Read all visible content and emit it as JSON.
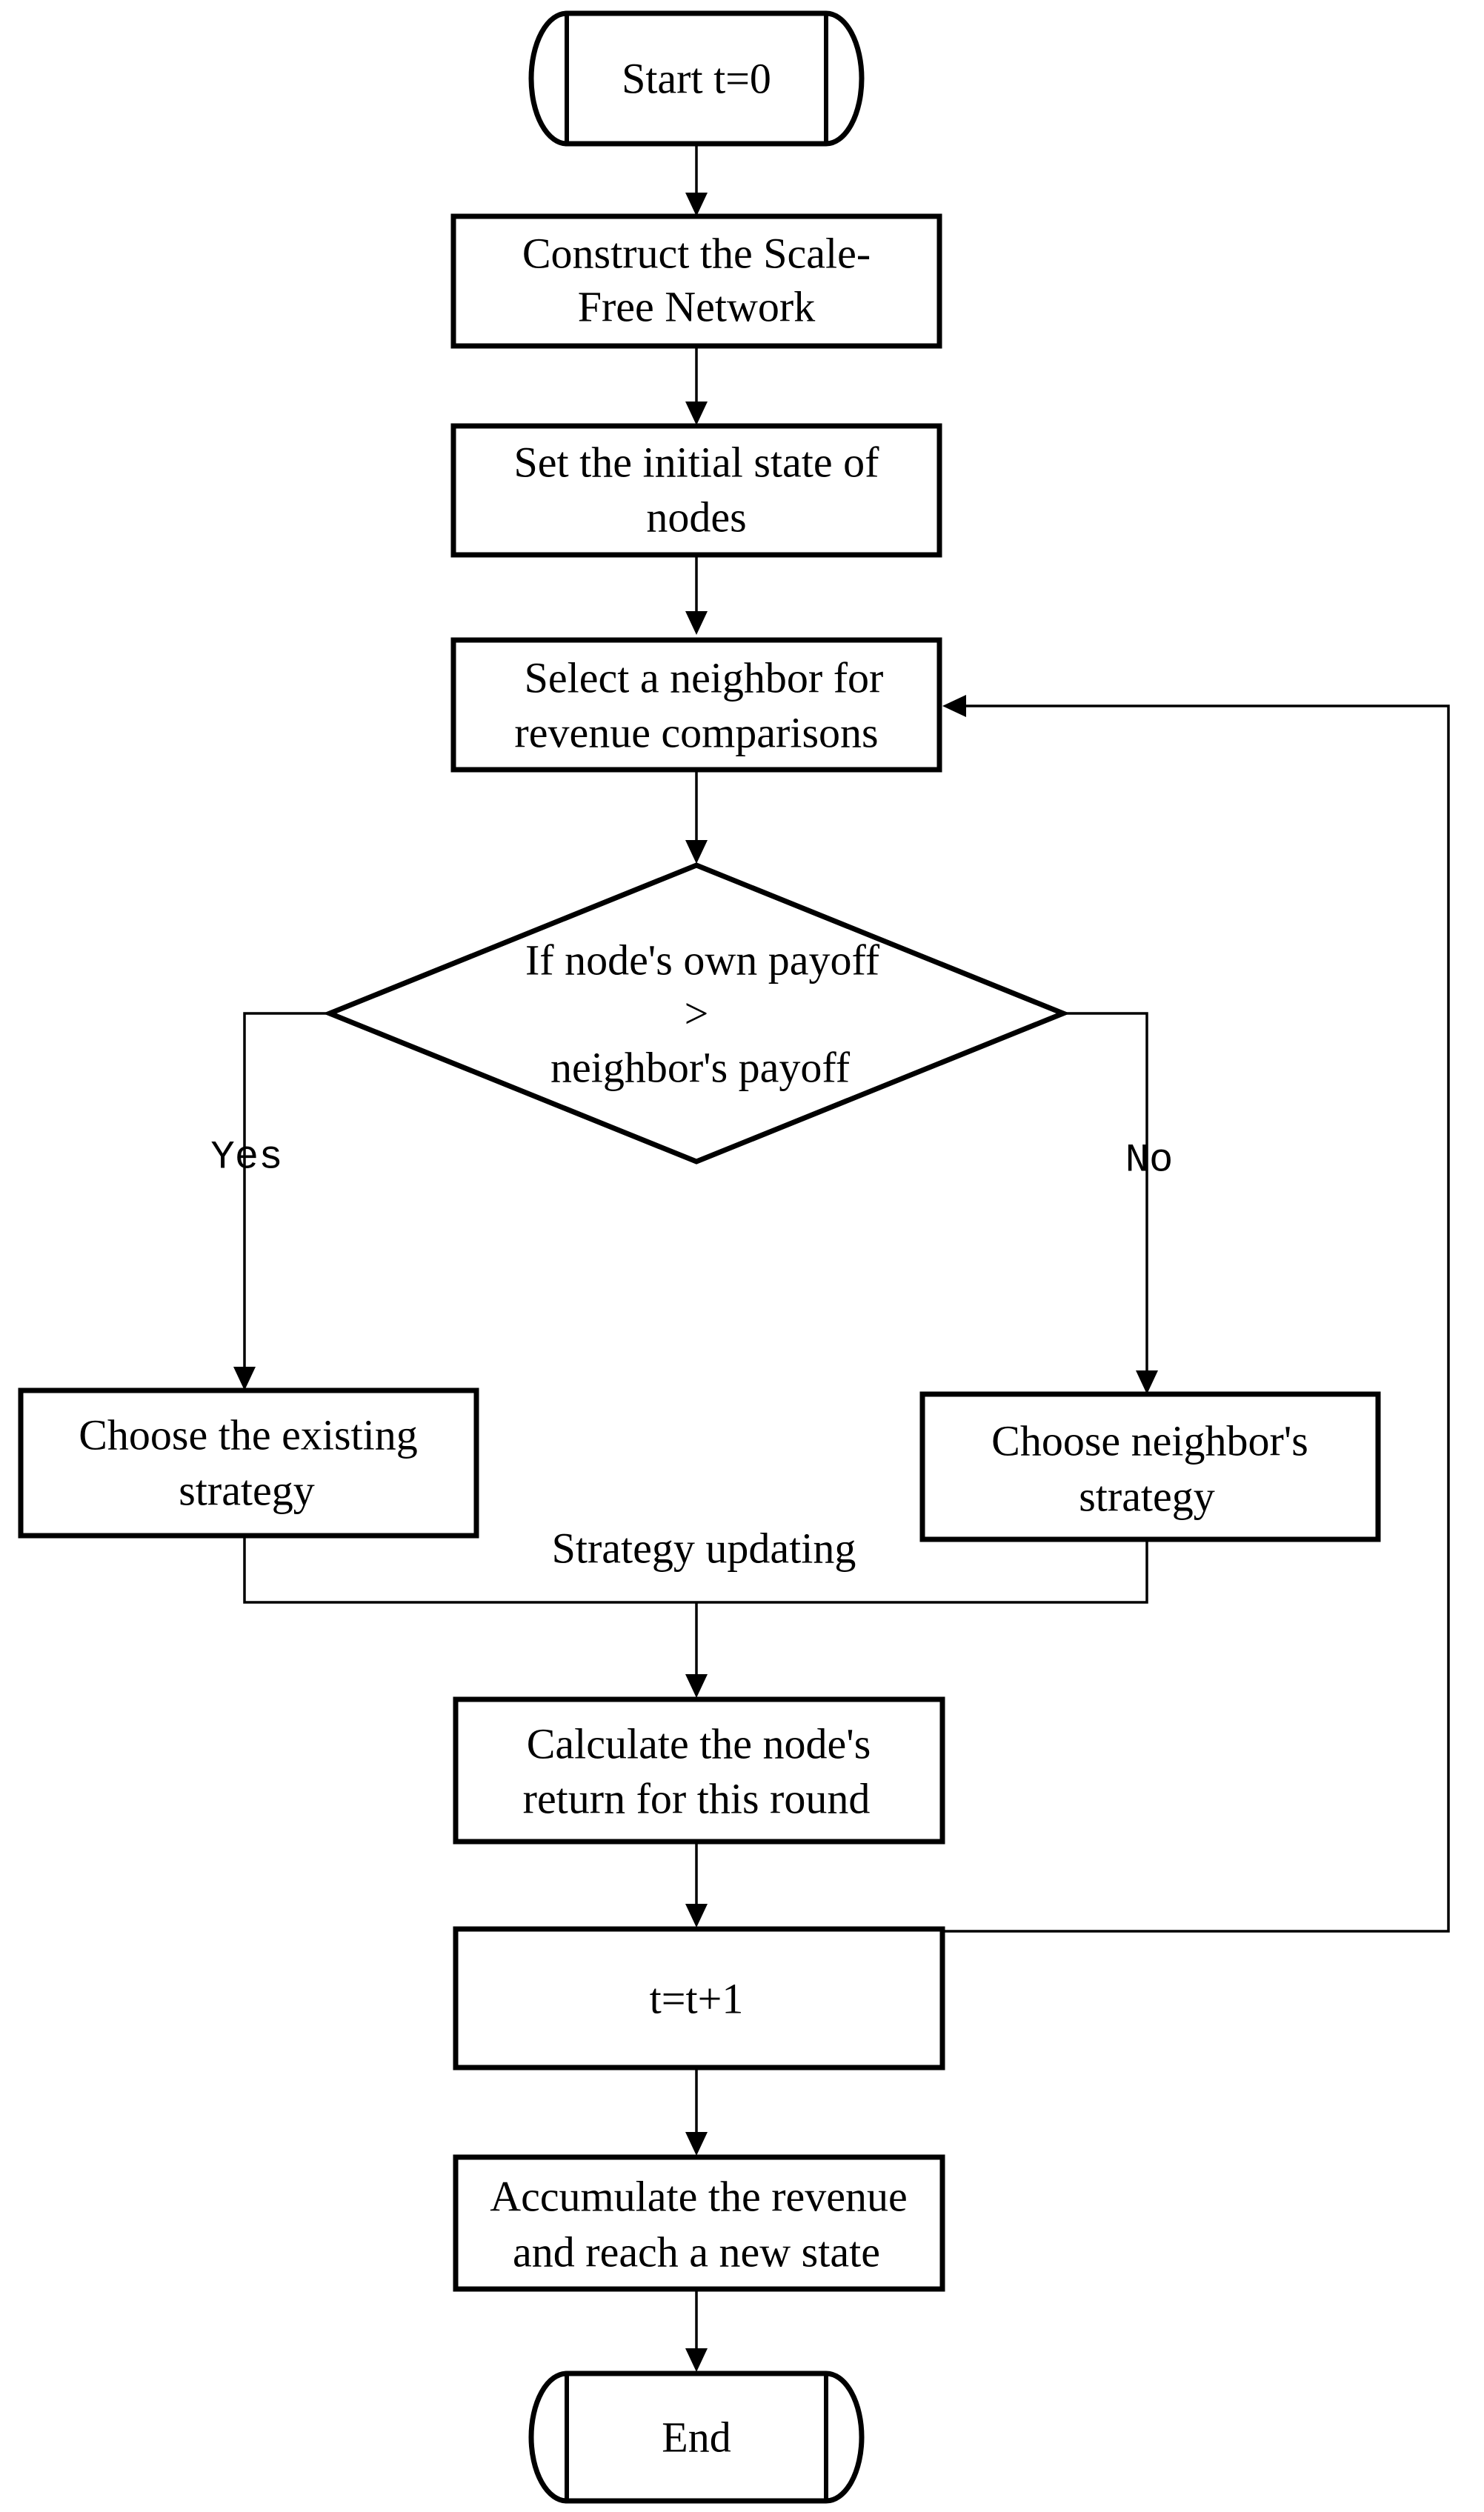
{
  "flowchart": {
    "start": "Start t=0",
    "construct": [
      "Construct the Scale-",
      "Free Network"
    ],
    "init_state": [
      "Set the initial state of",
      "nodes"
    ],
    "select_neighbor": [
      "Select a neighbor for",
      "revenue comparisons"
    ],
    "decision": [
      "If node's own payoff",
      ">",
      "neighbor's payoff"
    ],
    "yes_label": "Yes",
    "no_label": "No",
    "choose_existing": [
      "Choose the existing",
      "strategy"
    ],
    "choose_neighbor": [
      "Choose neighbor's",
      "strategy"
    ],
    "strategy_updating": "Strategy updating",
    "calculate": [
      "Calculate the node's",
      "return for this round"
    ],
    "increment": "t=t+1",
    "accumulate": [
      "Accumulate the revenue",
      "and reach a new state"
    ],
    "end": "End"
  }
}
